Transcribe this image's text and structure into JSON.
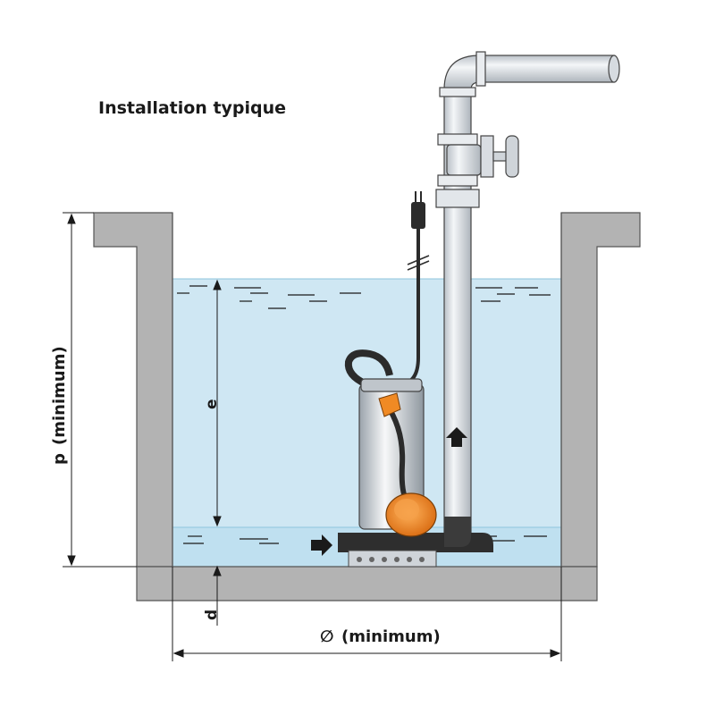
{
  "title": "Installation typique",
  "labels": {
    "p": "p",
    "p_suffix": "(minimum)",
    "e": "e",
    "d": "d",
    "diameter_symbol": "∅",
    "diameter_suffix": "(minimum)"
  },
  "colors": {
    "wall": "#b3b3b3",
    "wall_stroke": "#555555",
    "water": "#cde6f2",
    "pipe": "#e6eaee",
    "pump_body": "#d8dde2",
    "float": "#f08a24",
    "base": "#2e2e2e"
  }
}
